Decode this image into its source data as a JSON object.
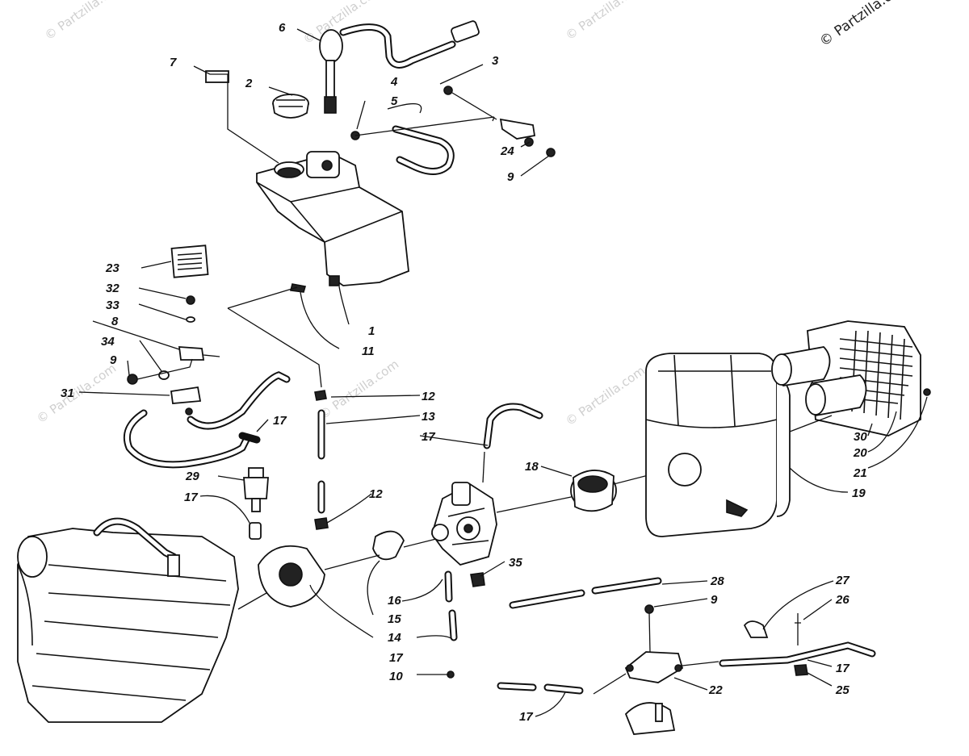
{
  "watermark": {
    "text": "© Partzilla.com",
    "corner_text": "© Partzilla.com"
  },
  "callouts": {
    "c1": "1",
    "c2": "2",
    "c3": "3",
    "c4": "4",
    "c5": "5",
    "c6": "6",
    "c7": "7",
    "c8": "8",
    "c9a": "9",
    "c9b": "9",
    "c9c": "9",
    "c10": "10",
    "c11": "11",
    "c12a": "12",
    "c12b": "12",
    "c13": "13",
    "c14": "14",
    "c15": "15",
    "c16": "16",
    "c17a": "17",
    "c17b": "17",
    "c17c": "17",
    "c17d": "17",
    "c17e": "17",
    "c17f": "17",
    "c18": "18",
    "c19": "19",
    "c20": "20",
    "c21": "21",
    "c22": "22",
    "c23": "23",
    "c24": "24",
    "c25": "25",
    "c26": "26",
    "c27": "27",
    "c28": "28",
    "c29": "29",
    "c30": "30",
    "c31": "31",
    "c32": "32",
    "c33": "33",
    "c34": "34",
    "c35": "35"
  }
}
